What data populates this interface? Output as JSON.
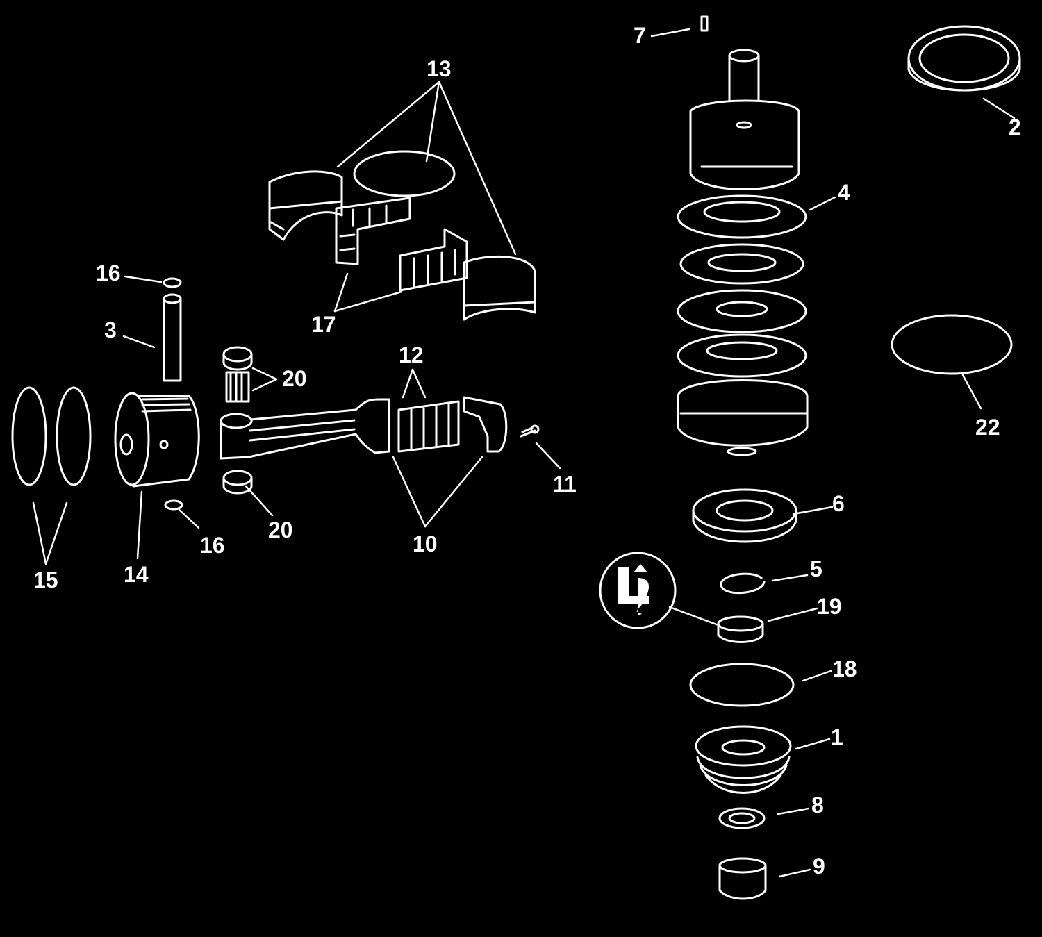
{
  "callouts": {
    "c1": "1",
    "c2": "2",
    "c3": "3",
    "c4": "4",
    "c5": "5",
    "c6": "6",
    "c7": "7",
    "c8": "8",
    "c9": "9",
    "c10": "10",
    "c11": "11",
    "c12": "12",
    "c13": "13",
    "c14": "14",
    "c15": "15",
    "c16a": "16",
    "c16b": "16",
    "c17": "17",
    "c18": "18",
    "c19": "19",
    "c20a": "20",
    "c20b": "20",
    "c22": "22"
  },
  "colors": {
    "background": "#000000",
    "linework": "#ffffff"
  },
  "icons": {
    "lubricant_symbol": "lubricant-symbol-icon"
  }
}
